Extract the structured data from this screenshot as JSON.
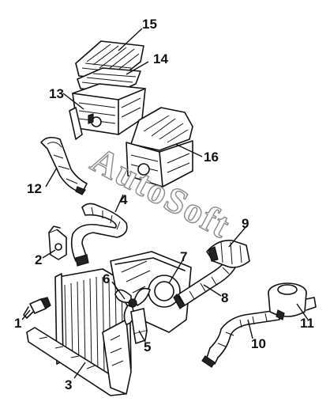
{
  "watermark": {
    "text": "AutoSoft"
  },
  "callouts": [
    {
      "id": "1",
      "label": "1",
      "part": "sensor"
    },
    {
      "id": "2",
      "label": "2",
      "part": "bracket"
    },
    {
      "id": "3",
      "label": "3",
      "part": "lower-shield"
    },
    {
      "id": "4",
      "label": "4",
      "part": "intake-hose"
    },
    {
      "id": "5",
      "label": "5",
      "part": "fan-motor"
    },
    {
      "id": "6",
      "label": "6",
      "part": "fan-blade"
    },
    {
      "id": "7",
      "label": "7",
      "part": "fan-shroud-ring"
    },
    {
      "id": "8",
      "label": "8",
      "part": "radiator-hose-upper"
    },
    {
      "id": "9",
      "label": "9",
      "part": "hose-clamp"
    },
    {
      "id": "10",
      "label": "10",
      "part": "radiator-hose-lower"
    },
    {
      "id": "11",
      "label": "11",
      "part": "expansion-tank"
    },
    {
      "id": "12",
      "label": "12",
      "part": "air-duct"
    },
    {
      "id": "13",
      "label": "13",
      "part": "air-filter-housing"
    },
    {
      "id": "14",
      "label": "14",
      "part": "air-filter-element"
    },
    {
      "id": "15",
      "label": "15",
      "part": "air-filter-cover"
    },
    {
      "id": "16",
      "label": "16",
      "part": "air-filter-assembly"
    }
  ]
}
